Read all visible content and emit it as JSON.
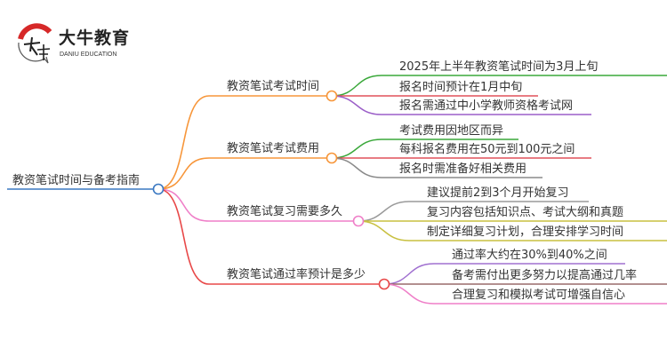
{
  "logo": {
    "cn": "大牛教育",
    "en": "DANIU EDUCATION",
    "mark": "大牛"
  },
  "root": {
    "label": "教资笔试时间与备考指南",
    "color": "#3a78c2"
  },
  "branches": [
    {
      "label": "教资笔试考试时间",
      "color": "#f7963a",
      "leaves": [
        {
          "label": "2025年上半年教资笔试时间为3月上旬",
          "color": "#3aa83a"
        },
        {
          "label": "报名时间预计在1月中旬",
          "color": "#e0505a"
        },
        {
          "label": "报名需通过中小学教师资格考试网",
          "color": "#9b5fc8"
        }
      ]
    },
    {
      "label": "教资笔试考试费用",
      "color": "#f7963a",
      "leaves": [
        {
          "label": "考试费用因地区而异",
          "color": "#3aa83a"
        },
        {
          "label": "每科报名费用在50元到100元之间",
          "color": "#e0505a"
        },
        {
          "label": "报名时需准备好相关费用",
          "color": "#8a8a8a"
        }
      ]
    },
    {
      "label": "教资笔试复习需要多久",
      "color": "#ef7fc8",
      "leaves": [
        {
          "label": "建议提前2到3个月开始复习",
          "color": "#9a9a9a"
        },
        {
          "label": "复习内容包括知识点、考试大纲和真题",
          "color": "#c8c040"
        },
        {
          "label": "制定详细复习计划，合理安排学习时间",
          "color": "#c8c040"
        }
      ]
    },
    {
      "label": "教资笔试通过率预计是多少",
      "color": "#e84848",
      "leaves": [
        {
          "label": "通过率大约在30%到40%之间",
          "color": "#a070d0"
        },
        {
          "label": "备考需付出更多努力以提高通过几率",
          "color": "#9a6a6a"
        },
        {
          "label": "合理复习和模拟考试可增强自信心",
          "color": "#ef7fc8"
        }
      ]
    }
  ]
}
